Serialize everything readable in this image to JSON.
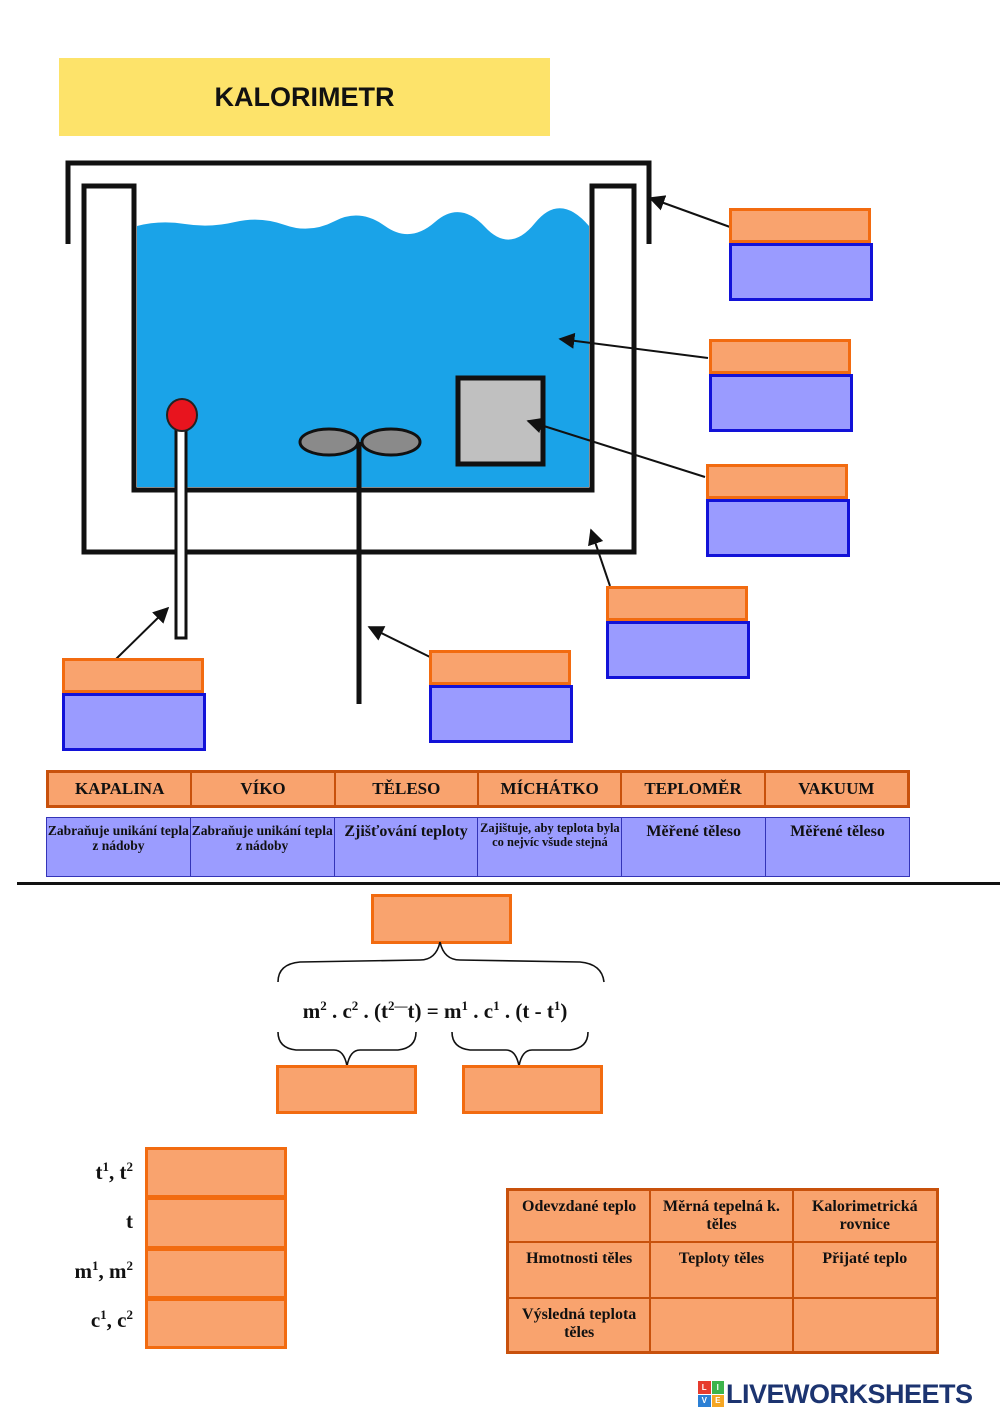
{
  "title": "KALORIMETR",
  "word_bank": [
    "KAPALINA",
    "VÍKO",
    "TĚLESO",
    "MÍCHÁTKO",
    "TEPLOMĚR",
    "VAKUUM"
  ],
  "description_bank": [
    "Zabraňuje unikání tepla z nádoby",
    "Zabraňuje unikání tepla z nádoby",
    "Zjišťování teploty",
    "Zajištuje, aby teplota byla co nejvíc všude stejná",
    "Měřené těleso",
    "Měřené těleso"
  ],
  "equation": {
    "left": {
      "m": "m",
      "m_sup": "2",
      "c": "c",
      "c_sup": "2",
      "t_a": "t",
      "t_a_sup": "2—",
      "t_b": "t"
    },
    "right": {
      "m": "m",
      "m_sup": "1",
      "c": "c",
      "c_sup": "1",
      "t_a": "t",
      "t_b": "t",
      "t_b_sup": "1"
    }
  },
  "variables": [
    {
      "base": "t",
      "sup": "1",
      "sep": ", ",
      "base2": "t",
      "sup2": "2"
    },
    {
      "base": "t",
      "sup": "",
      "sep": "",
      "base2": "",
      "sup2": ""
    },
    {
      "base": "m",
      "sup": "1",
      "sep": ", ",
      "base2": "m",
      "sup2": "2"
    },
    {
      "base": "c",
      "sup": "1",
      "sep": ", ",
      "base2": "c",
      "sup2": "2"
    }
  ],
  "answer_grid": [
    [
      "Odevzdané teplo",
      "Měrná tepelná k. těles",
      "Kalorimetrická rovnice"
    ],
    [
      "Hmotnosti těles",
      "Teploty těles",
      "Přijaté teplo"
    ],
    [
      "Výsledná teplota těles",
      "",
      ""
    ]
  ],
  "logo": {
    "text": "LIVEWORKSHEETS",
    "badge": [
      "L",
      "I",
      "V",
      "E"
    ],
    "badge_colors": [
      "#e63b2e",
      "#3cb44b",
      "#2b7fd4",
      "#f5a623"
    ]
  },
  "colors": {
    "title_bg": "#fde36a",
    "water": "#1aa3e8",
    "drop_orange": "#f9a36e",
    "drop_orange_border": "#f26b10",
    "drop_blue": "#9a9bff",
    "drop_blue_border": "#1212d8",
    "thermometer_bulb": "#e8141e",
    "object_gray": "#c0c0c0"
  }
}
